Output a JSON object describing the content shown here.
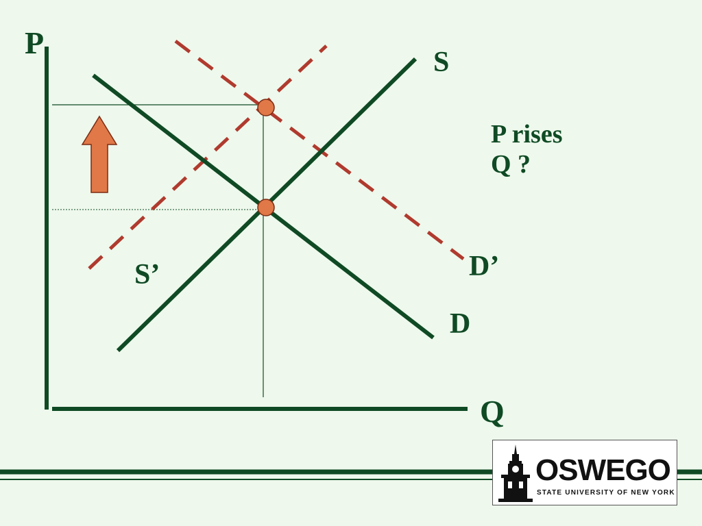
{
  "colors": {
    "background": "#eef8ec",
    "curve": "#0f4a24",
    "shifted_curve": "#b03a2e",
    "equilibrium_marker": "#e07848",
    "arrow": "#e07848"
  },
  "axes": {
    "y_label": "P",
    "x_label": "Q"
  },
  "curves": {
    "supply": "S",
    "supply_shifted": "S’",
    "demand": "D",
    "demand_shifted": "D’"
  },
  "note": {
    "line1": "P rises",
    "line2": "Q ?"
  },
  "shift_arrow": {
    "direction": "up",
    "icon": "up-arrow-icon"
  },
  "logo": {
    "name": "OSWEGO",
    "subtitle": "STATE UNIVERSITY OF NEW YORK",
    "icon": "clock-tower-icon"
  }
}
